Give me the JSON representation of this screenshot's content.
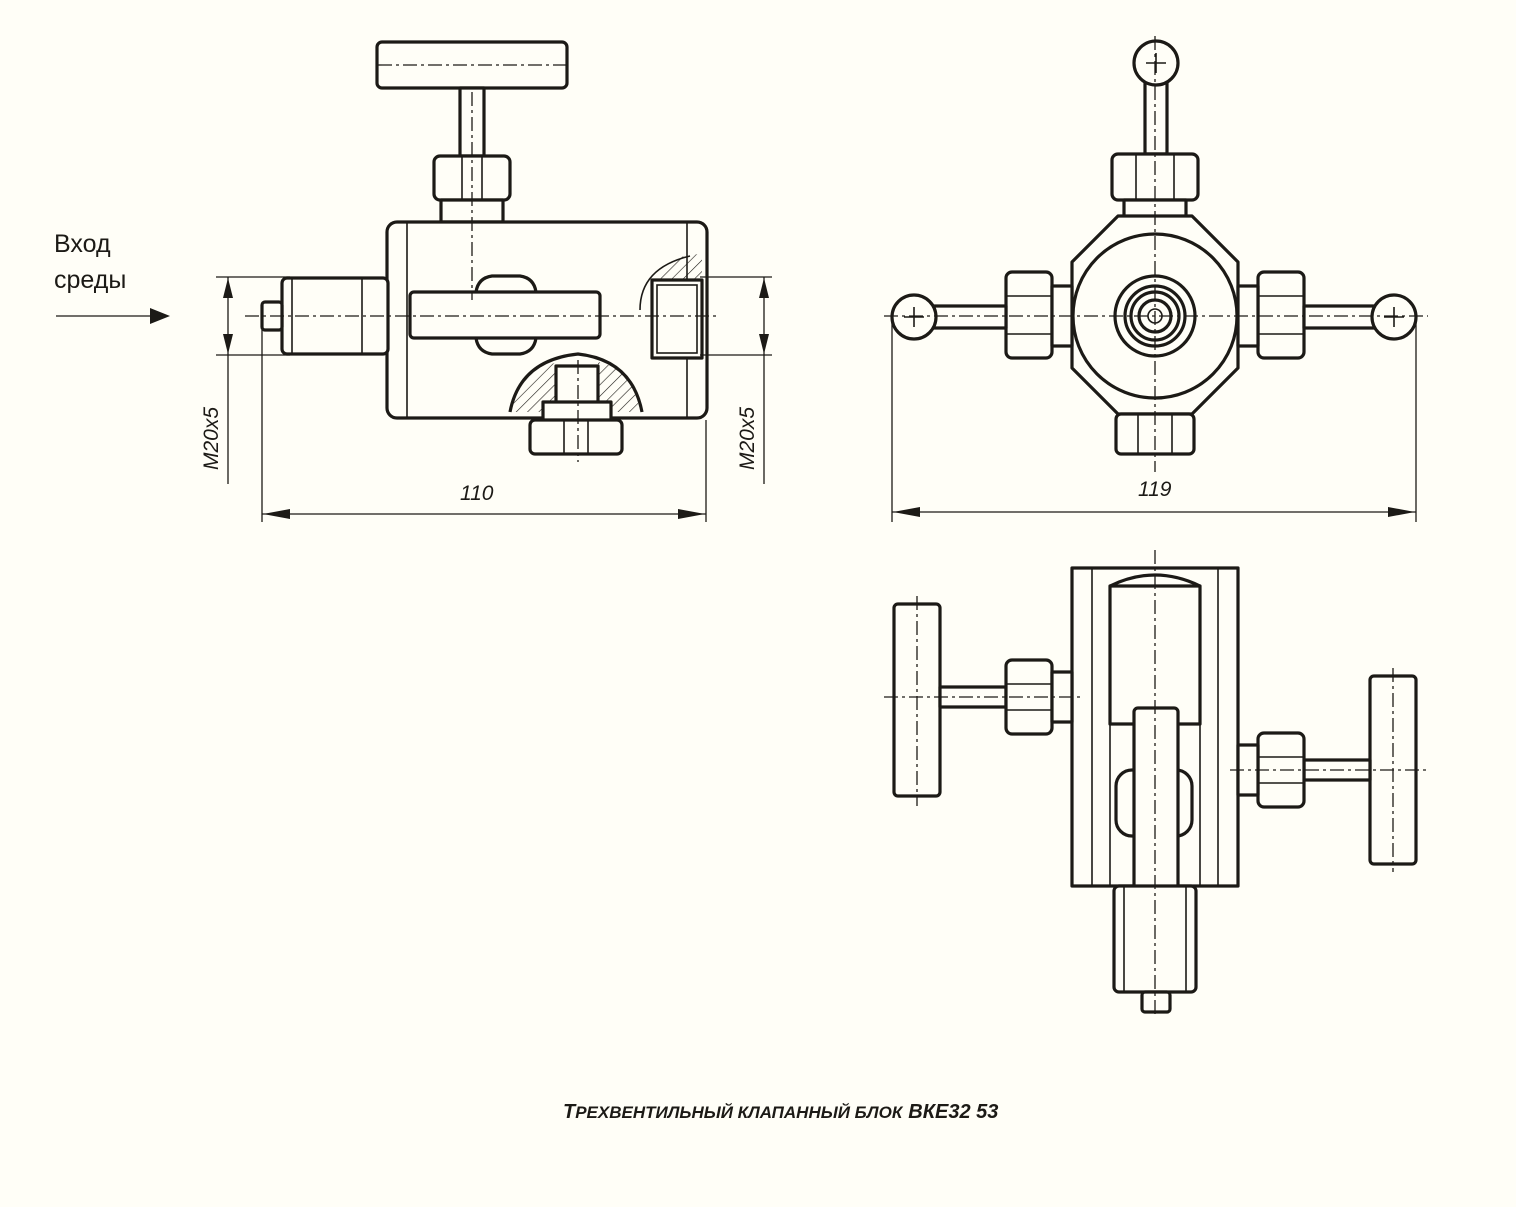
{
  "labels": {
    "inlet_line1": "Вход",
    "inlet_line2": "среды"
  },
  "dimensions": {
    "front_thread_left": "M20x5",
    "front_thread_right": "M20x5",
    "front_width": "110",
    "side_width": "119"
  },
  "caption": {
    "prefix_initial": "Т",
    "prefix_rest": "РЕХВЕНТИЛЬНЫЙ КЛАПАННЫЙ БЛОК",
    "model": "ВКЕ32 53"
  },
  "colors": {
    "ink": "#1c1a16",
    "paper": "#fffef7"
  }
}
